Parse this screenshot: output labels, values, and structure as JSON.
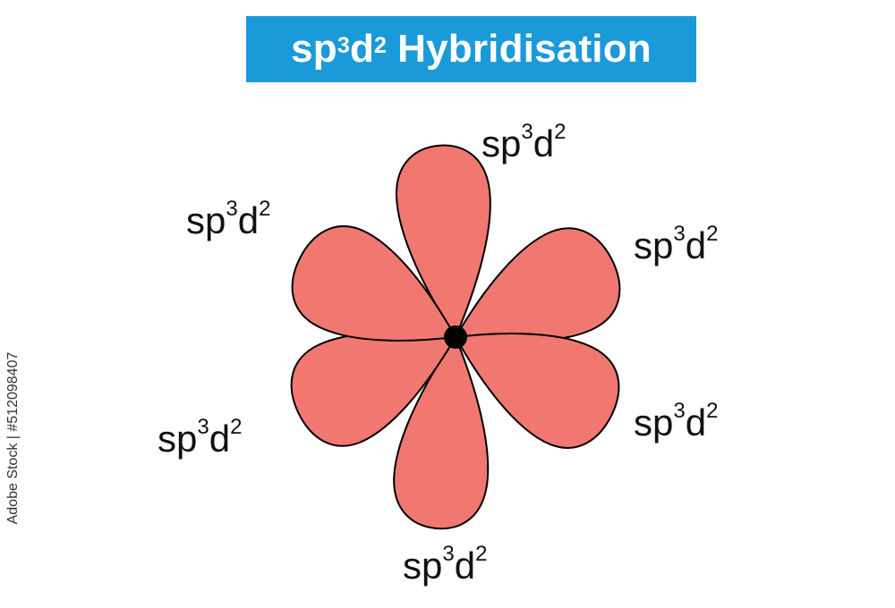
{
  "title": {
    "prefix": "sp",
    "sup1": "3",
    "mid": "d",
    "sup2": "2",
    "rest": "Hybridisation",
    "background_color": "#1a9ad9"
  },
  "center_atom": {
    "color": "#000000"
  },
  "lobes": {
    "fill_color": "#f07870",
    "outline_color": "#000000",
    "count": 6
  },
  "labels": [
    {
      "id": "top",
      "base1": "sp",
      "sup1": "3",
      "base2": "d",
      "sup2": "2"
    },
    {
      "id": "upper-left",
      "base1": "sp",
      "sup1": "3",
      "base2": "d",
      "sup2": "2"
    },
    {
      "id": "upper-right",
      "base1": "sp",
      "sup1": "3",
      "base2": "d",
      "sup2": "2"
    },
    {
      "id": "lower-left",
      "base1": "sp",
      "sup1": "3",
      "base2": "d",
      "sup2": "2"
    },
    {
      "id": "lower-right",
      "base1": "sp",
      "sup1": "3",
      "base2": "d",
      "sup2": "2"
    },
    {
      "id": "bottom",
      "base1": "sp",
      "sup1": "3",
      "base2": "d",
      "sup2": "2"
    }
  ],
  "side_id": "Adobe Stock | #512098407"
}
